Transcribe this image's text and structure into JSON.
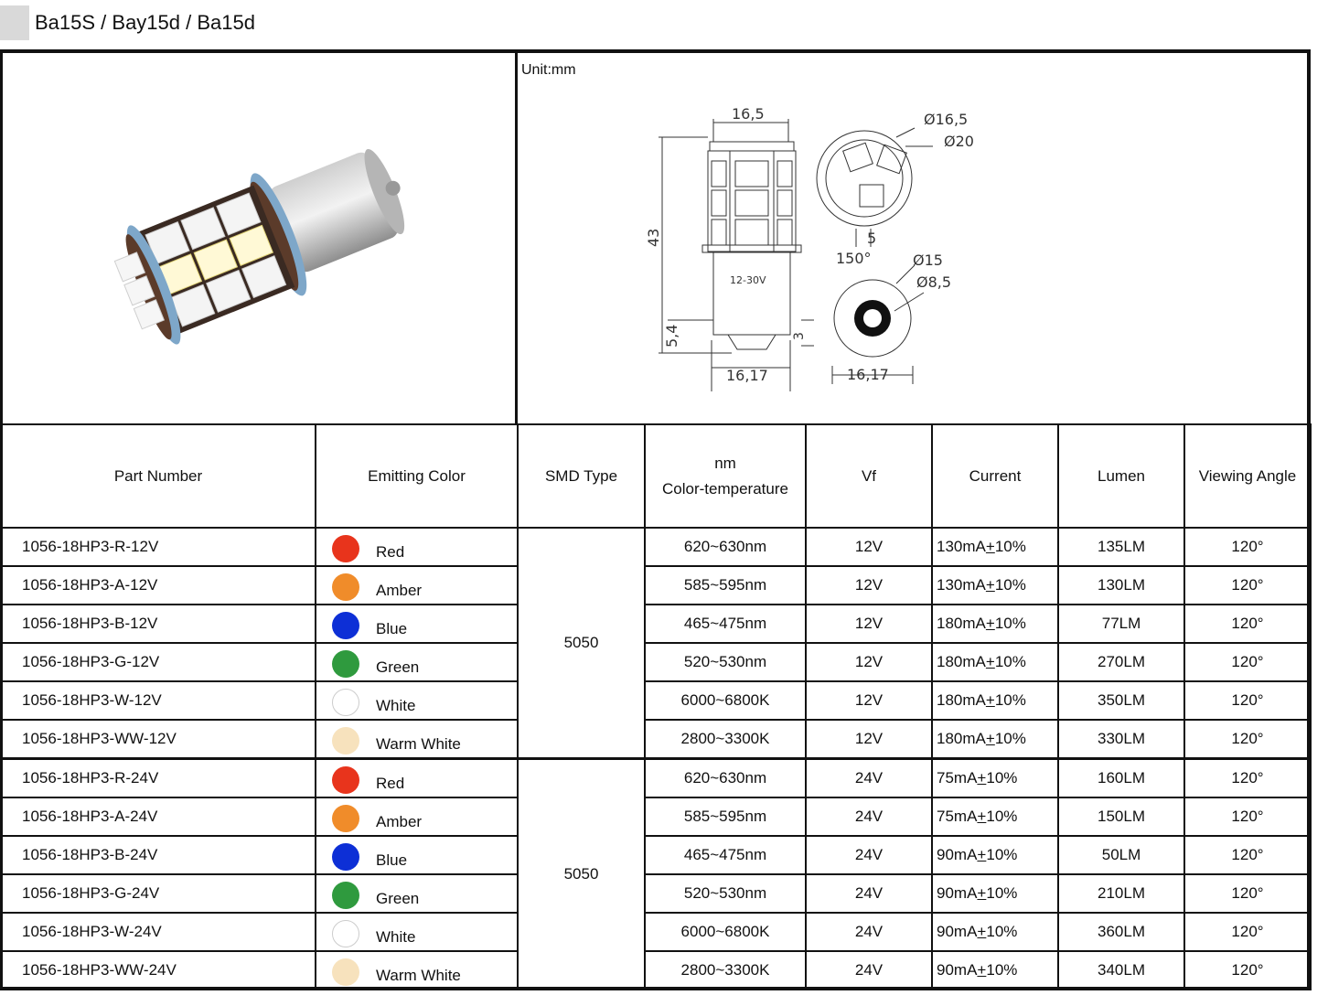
{
  "page_title": "Ba15S / Bay15d / Ba15d",
  "drawing": {
    "unit_label": "Unit:mm",
    "dims": {
      "width_top": "16,5",
      "height": "43",
      "pin_height": "5,4",
      "base_width": "16,17",
      "cap_h": "3",
      "d1": "Ø16,5",
      "d2": "Ø20",
      "gap": "5",
      "angle": "150°",
      "d3": "Ø15",
      "d4": "Ø8,5",
      "base_width2": "16,17",
      "voltage_mark": "12-30V"
    }
  },
  "table": {
    "headers": {
      "part_number": "Part Number",
      "emitting_color": "Emitting Color",
      "smd_type": "SMD Type",
      "nm_line1": "nm",
      "nm_line2": "Color-temperature",
      "vf": "Vf",
      "current": "Current",
      "lumen": "Lumen",
      "viewing_angle": "Viewing Angle"
    },
    "smd_12v": "5050",
    "smd_24v": "5050",
    "rows": [
      {
        "pn": "1056-18HP3-R-12V",
        "color": "Red",
        "dot": "#e8341c",
        "nm": "620~630nm",
        "vf": "12V",
        "cur_a": "130mA",
        "cur_pm": "+",
        "cur_b": "10%",
        "lumen": "135LM",
        "angle": "120°"
      },
      {
        "pn": "1056-18HP3-A-12V",
        "color": "Amber",
        "dot": "#f08c2a",
        "nm": "585~595nm",
        "vf": "12V",
        "cur_a": "130mA",
        "cur_pm": "+",
        "cur_b": "10%",
        "lumen": "130LM",
        "angle": "120°"
      },
      {
        "pn": "1056-18HP3-B-12V",
        "color": "Blue",
        "dot": "#0d2fd6",
        "nm": "465~475nm",
        "vf": "12V",
        "cur_a": "180mA",
        "cur_pm": "+",
        "cur_b": "10%",
        "lumen": "77LM",
        "angle": "120°"
      },
      {
        "pn": "1056-18HP3-G-12V",
        "color": "Green",
        "dot": "#2f9a3e",
        "nm": "520~530nm",
        "vf": "12V",
        "cur_a": "180mA",
        "cur_pm": "+",
        "cur_b": "10%",
        "lumen": "270LM",
        "angle": "120°"
      },
      {
        "pn": "1056-18HP3-W-12V",
        "color": "White",
        "dot": "#ffffff",
        "nm": "6000~6800K",
        "vf": "12V",
        "cur_a": "180mA",
        "cur_pm": "+",
        "cur_b": "10%",
        "lumen": "350LM",
        "angle": "120°"
      },
      {
        "pn": "1056-18HP3-WW-12V",
        "color": "Warm White",
        "dot": "#f7e2bd",
        "nm": "2800~3300K",
        "vf": "12V",
        "cur_a": "180mA",
        "cur_pm": "+",
        "cur_b": "10%",
        "lumen": "330LM",
        "angle": "120°"
      },
      {
        "pn": "1056-18HP3-R-24V",
        "color": "Red",
        "dot": "#e8341c",
        "nm": "620~630nm",
        "vf": "24V",
        "cur_a": "75mA",
        "cur_pm": "+",
        "cur_b": "10%",
        "lumen": "160LM",
        "angle": "120°"
      },
      {
        "pn": "1056-18HP3-A-24V",
        "color": "Amber",
        "dot": "#f08c2a",
        "nm": "585~595nm",
        "vf": "24V",
        "cur_a": "75mA",
        "cur_pm": "+",
        "cur_b": "10%",
        "lumen": "150LM",
        "angle": "120°"
      },
      {
        "pn": "1056-18HP3-B-24V",
        "color": "Blue",
        "dot": "#0d2fd6",
        "nm": "465~475nm",
        "vf": "24V",
        "cur_a": "90mA",
        "cur_pm": "+",
        "cur_b": "10%",
        "lumen": "50LM",
        "angle": "120°"
      },
      {
        "pn": "1056-18HP3-G-24V",
        "color": "Green",
        "dot": "#2f9a3e",
        "nm": "520~530nm",
        "vf": "24V",
        "cur_a": "90mA",
        "cur_pm": "+",
        "cur_b": "10%",
        "lumen": "210LM",
        "angle": "120°"
      },
      {
        "pn": "1056-18HP3-W-24V",
        "color": "White",
        "dot": "#ffffff",
        "nm": "6000~6800K",
        "vf": "24V",
        "cur_a": "90mA",
        "cur_pm": "+",
        "cur_b": "10%",
        "lumen": "360LM",
        "angle": "120°"
      },
      {
        "pn": "1056-18HP3-WW-24V",
        "color": "Warm White",
        "dot": "#f7e2bd",
        "nm": "2800~3300K",
        "vf": "24V",
        "cur_a": "90mA",
        "cur_pm": "+",
        "cur_b": "10%",
        "lumen": "340LM",
        "angle": "120°"
      }
    ]
  }
}
